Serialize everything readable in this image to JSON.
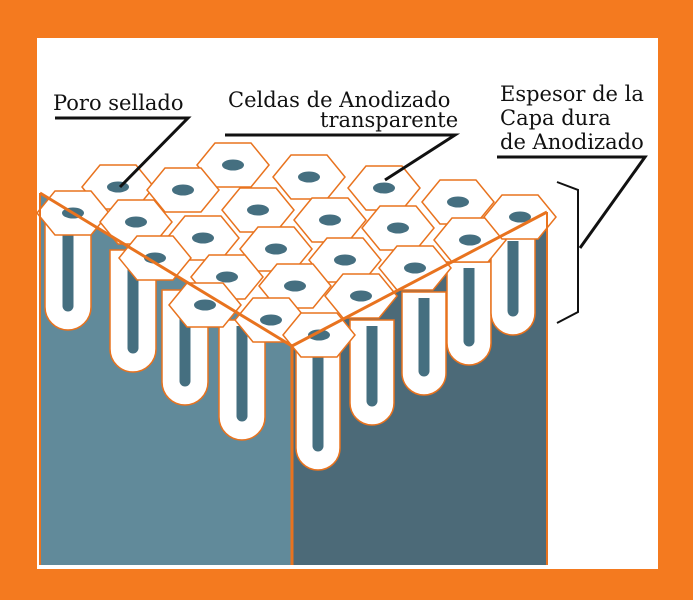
{
  "colors": {
    "frame": "#f47a1f",
    "panel": "#ffffff",
    "edge": "#e8731f",
    "front_left": "#618a9a",
    "front_right": "#4c6a78",
    "pore": "#456f80",
    "tube": "#ffffff",
    "leader": "#111111"
  },
  "labels": {
    "sealed_pore": "Poro sellado",
    "cells_line1": "Celdas de Anodizado",
    "cells_line2": "transparente",
    "thickness_line1": "Espesor de la",
    "thickness_line2": "Capa dura",
    "thickness_line3": "de Anodizado"
  }
}
